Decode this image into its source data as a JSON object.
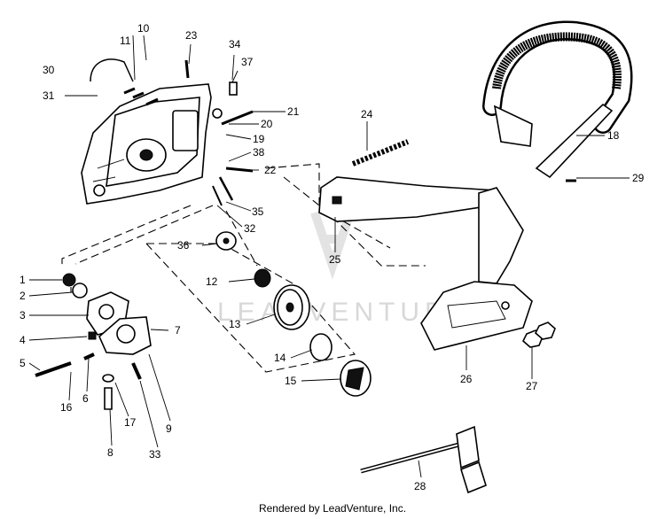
{
  "watermark": "LEADVENTURE",
  "footer": "Rendered by LeadVenture, Inc.",
  "callouts": [
    "1",
    "2",
    "3",
    "4",
    "5",
    "6",
    "7",
    "8",
    "9",
    "10",
    "11",
    "12",
    "13",
    "14",
    "15",
    "16",
    "17",
    "18",
    "19",
    "20",
    "21",
    "22",
    "23",
    "24",
    "25",
    "26",
    "27",
    "28",
    "29",
    "30",
    "31",
    "32",
    "33",
    "34",
    "35",
    "36",
    "37",
    "38"
  ]
}
